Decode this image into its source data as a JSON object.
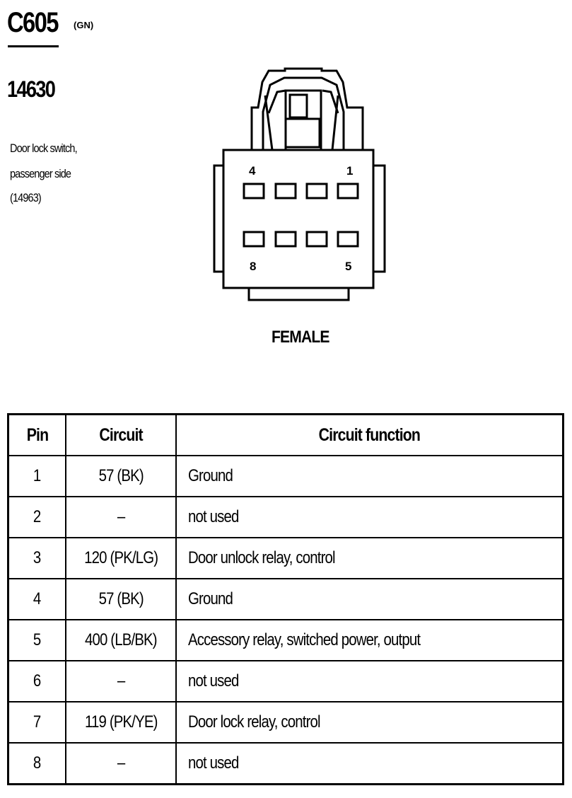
{
  "header": {
    "connector_id": "C605",
    "connector_color": "(GN)",
    "part_number": "14630",
    "description_lines": [
      "Door lock switch,",
      "passenger side",
      "(14963)"
    ]
  },
  "diagram": {
    "top_left_pin": "4",
    "top_right_pin": "1",
    "bottom_left_pin": "8",
    "bottom_right_pin": "5",
    "gender": "FEMALE"
  },
  "table": {
    "headers": {
      "pin": "Pin",
      "circuit": "Circuit",
      "function": "Circuit function"
    },
    "rows": [
      {
        "pin": "1",
        "circuit": "57 (BK)",
        "function": "Ground"
      },
      {
        "pin": "2",
        "circuit": "–",
        "function": "not used"
      },
      {
        "pin": "3",
        "circuit": "120 (PK/LG)",
        "function": "Door unlock relay, control"
      },
      {
        "pin": "4",
        "circuit": "57 (BK)",
        "function": "Ground"
      },
      {
        "pin": "5",
        "circuit": "400 (LB/BK)",
        "function": "Accessory relay, switched power, output"
      },
      {
        "pin": "6",
        "circuit": "–",
        "function": "not used"
      },
      {
        "pin": "7",
        "circuit": "119 (PK/YE)",
        "function": "Door lock relay, control"
      },
      {
        "pin": "8",
        "circuit": "–",
        "function": "not used"
      }
    ]
  }
}
